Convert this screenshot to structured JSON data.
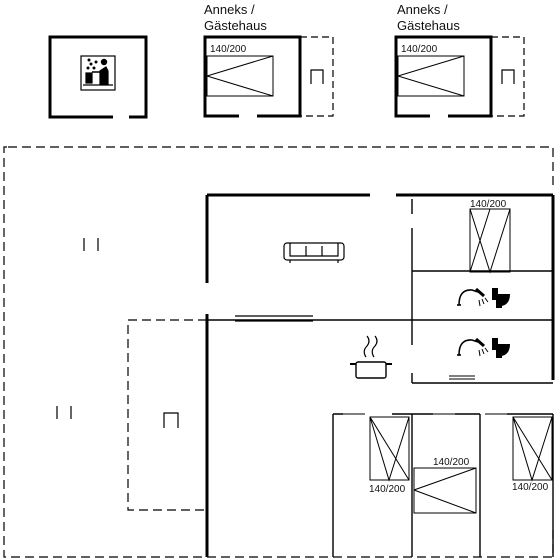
{
  "annexes": [
    {
      "line1": "Anneks /",
      "line2": "Gästehaus",
      "bed": "140/200"
    },
    {
      "line1": "Anneks /",
      "line2": "Gästehaus",
      "bed": "140/200"
    }
  ],
  "beds": [
    {
      "size": "140/200"
    },
    {
      "size": "140/200"
    },
    {
      "size": "140/200"
    },
    {
      "size": "140/200"
    }
  ],
  "icons": [
    "sauna-icon",
    "sofa-icon",
    "shower-icon",
    "toilet-icon",
    "shower-icon",
    "toilet-icon",
    "cooking-pot-icon"
  ]
}
